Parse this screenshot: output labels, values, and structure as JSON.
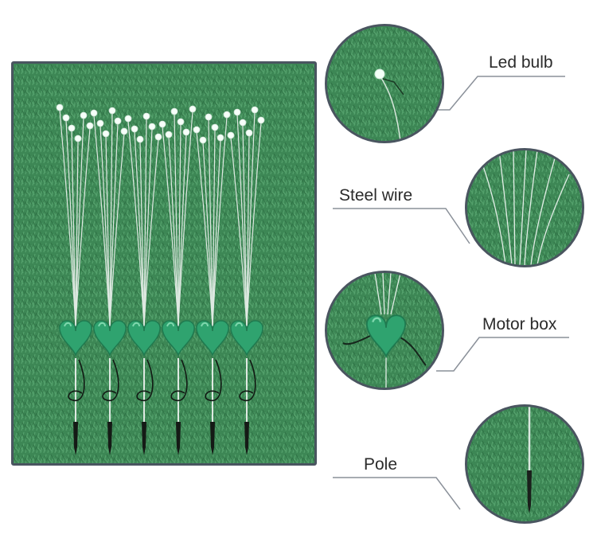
{
  "labels": {
    "led_bulb": "Led bulb",
    "steel_wire": "Steel wire",
    "motor_box": "Motor box",
    "pole": "Pole"
  },
  "colors": {
    "turf_green": "#3f8a57",
    "heart_green": "#2fa36f",
    "frame": "#4a5560",
    "leader_line": "#8a9099"
  },
  "product_count": 6
}
